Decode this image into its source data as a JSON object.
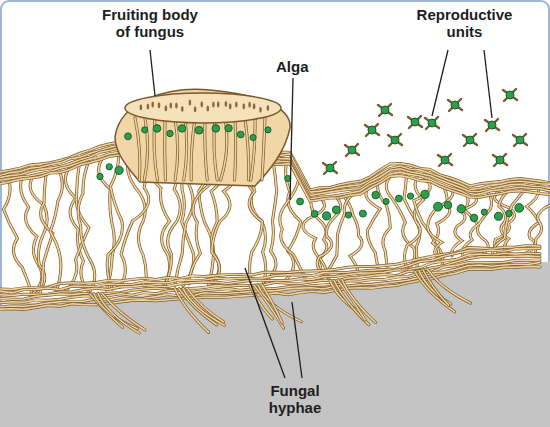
{
  "diagram": {
    "labels": [
      "Fruiting body of fungus",
      "Reproductive units",
      "Alga",
      "Fungal hyphae"
    ]
  }
}
